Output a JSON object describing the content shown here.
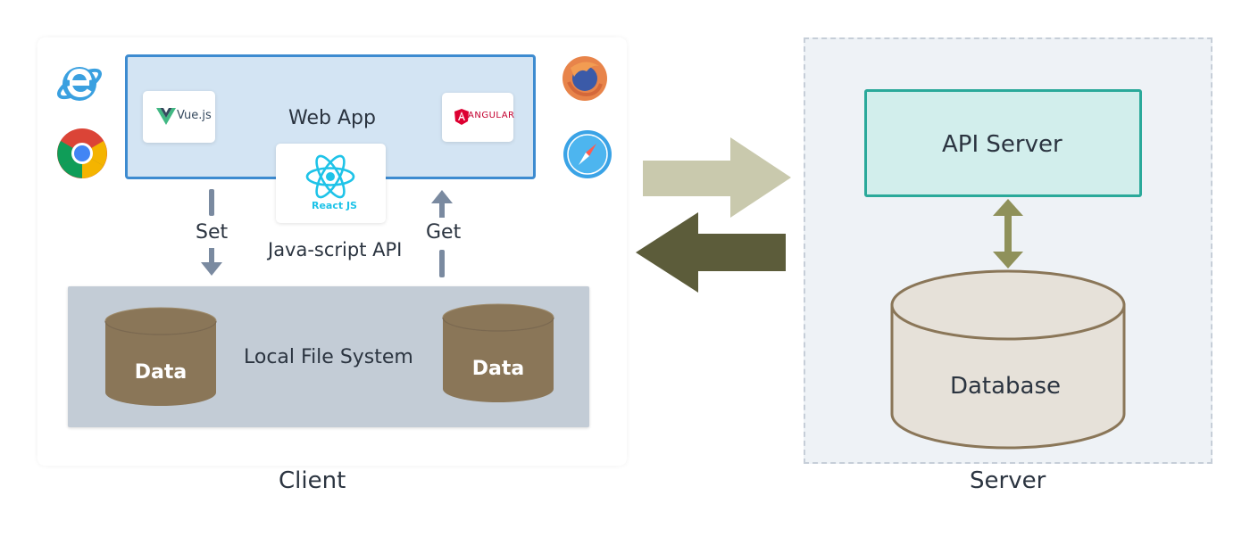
{
  "client": {
    "caption": "Client",
    "web_app_label": "Web App",
    "frameworks": {
      "vue": "Vue.js",
      "angular": "ANGULAR",
      "react": "React JS"
    },
    "js_api_label": "Java-script API",
    "set_label": "Set",
    "get_label": "Get",
    "local_fs_label": "Local File System",
    "data_left": "Data",
    "data_right": "Data",
    "browsers": [
      "internet-explorer",
      "chrome",
      "firefox",
      "safari"
    ]
  },
  "server": {
    "caption": "Server",
    "api_server_label": "API Server",
    "database_label": "Database"
  },
  "colors": {
    "webapp_border": "#3d8bd0",
    "api_server_border": "#2aa99a",
    "request_arrow": "#c9c9ad",
    "response_arrow": "#5c5c3a",
    "data_cylinder": "#8a7658",
    "db_cylinder": "#e6e1d9"
  }
}
